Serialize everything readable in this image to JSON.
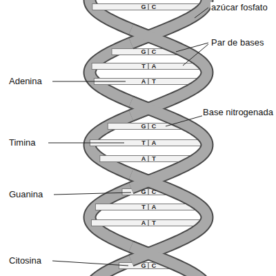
{
  "diagram": {
    "labels": [
      "azúcar fosfato",
      "Par de bases",
      "Adenina",
      "Base nitrogenada",
      "Timina",
      "Guanina",
      "Citosina",
      "G",
      "C",
      "G",
      "C",
      "T",
      "A",
      "A",
      "T",
      "G",
      "C",
      "T",
      "A",
      "A",
      "T",
      "G",
      "C",
      "T",
      "A",
      "A",
      "T",
      "G",
      "C"
    ]
  }
}
